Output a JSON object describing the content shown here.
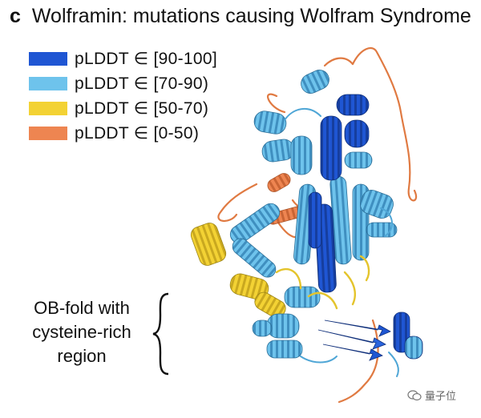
{
  "title": {
    "panel": "c",
    "text": "Wolframin: mutations causing Wolfram Syndrome"
  },
  "legend": [
    {
      "label": "pLDDT ∈ [90-100]",
      "color": "#1f56d3"
    },
    {
      "label": "pLDDT ∈ [70-90)",
      "color": "#6ec3ec"
    },
    {
      "label": "pLDDT ∈ [50-70)",
      "color": "#f3d234"
    },
    {
      "label": "pLDDT ∈ [0-50)",
      "color": "#ee8551"
    }
  ],
  "region_label": {
    "line1": "OB-fold with",
    "line2": "cysteine-rich",
    "line3": "region"
  },
  "watermark": {
    "text": "量子位",
    "icon": "wechat-icon"
  }
}
